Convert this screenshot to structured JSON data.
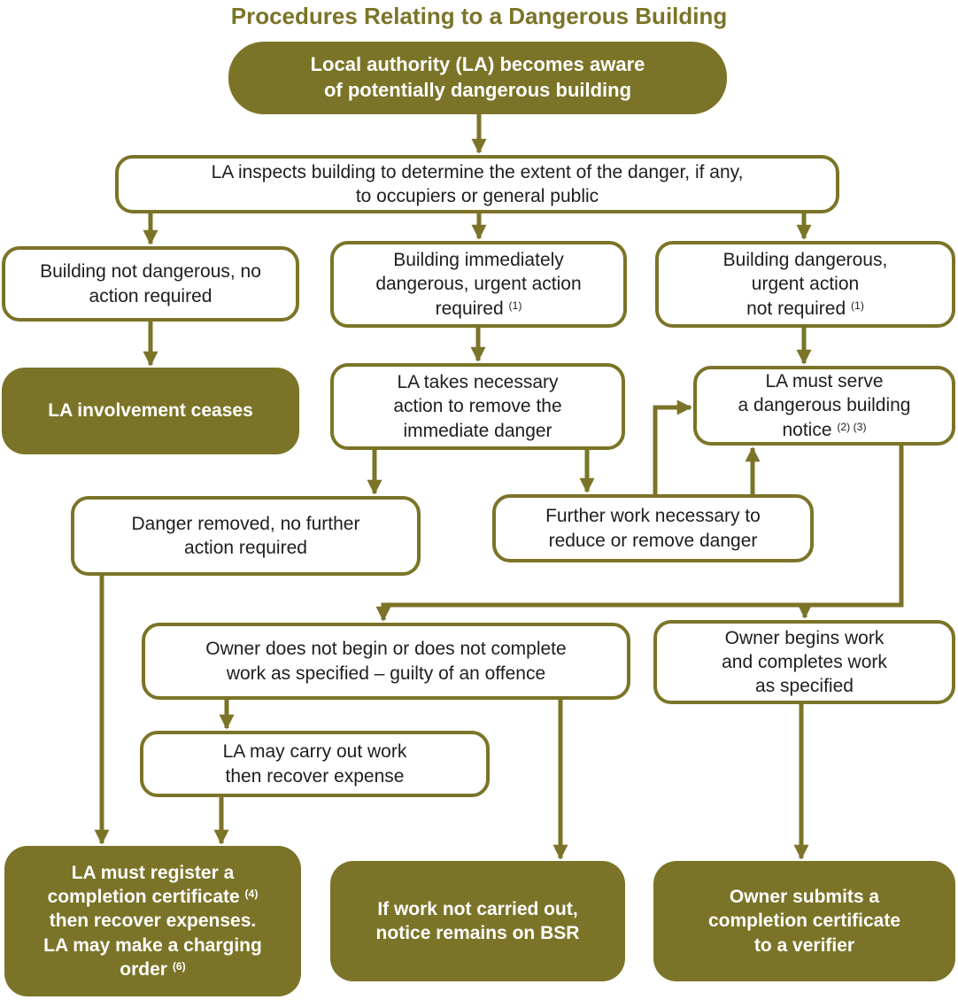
{
  "palette": {
    "olive": "#7b7428",
    "ink": "#1e1e1c",
    "background": "#ffffff"
  },
  "title": "Procedures Relating to a Dangerous Building",
  "nodes": {
    "aware": {
      "text": "Local authority (LA) becomes aware\nof potentially dangerous building"
    },
    "inspect": {
      "text": "LA inspects building to determine the extent of the danger, if any,\nto occupiers or general public"
    },
    "not_dangerous": {
      "text": "Building not dangerous, no\naction required"
    },
    "immediately_dangerous": {
      "text": "Building immediately\ndangerous, urgent action\nrequired ",
      "sup": "(1)"
    },
    "dangerous_not_urgent": {
      "text": "Building dangerous,\nurgent action\nnot required ",
      "sup": "(1)"
    },
    "involvement_ceases": {
      "text": "LA involvement ceases"
    },
    "takes_action": {
      "text": "LA takes necessary\naction to remove the\nimmediate danger"
    },
    "serve_notice": {
      "text": "LA must serve\na dangerous building\nnotice ",
      "sup": "(2) (3)"
    },
    "danger_removed": {
      "text": "Danger removed, no further\naction required"
    },
    "further_work": {
      "text": "Further work necessary to\nreduce or remove danger"
    },
    "owner_fails": {
      "text": "Owner does not begin or does not complete\nwork as specified – guilty of an offence"
    },
    "owner_completes": {
      "text": "Owner begins work\nand completes work\nas specified"
    },
    "la_carry_out": {
      "text": "LA may carry out work\nthen recover expense"
    },
    "register_certificate": {
      "text1": "LA must register a\ncompletion certificate ",
      "sup1": "(4)",
      "text2": "\nthen recover expenses.\nLA may make a charging\norder ",
      "sup2": "(6)"
    },
    "work_not_carried_out": {
      "text": "If work not carried out,\nnotice remains on BSR"
    },
    "owner_submits": {
      "text": "Owner submits a\ncompletion certificate\nto a verifier"
    }
  }
}
